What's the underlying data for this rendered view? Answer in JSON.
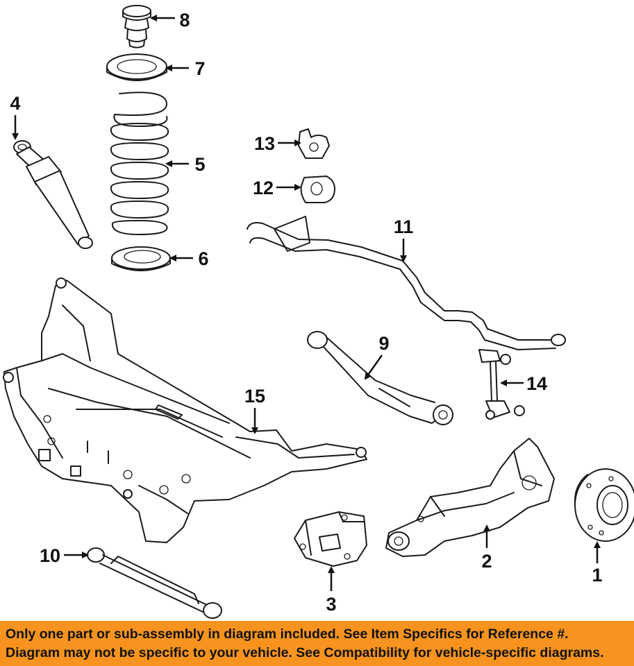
{
  "callouts": {
    "c1": "1",
    "c2": "2",
    "c3": "3",
    "c4": "4",
    "c5": "5",
    "c6": "6",
    "c7": "7",
    "c8": "8",
    "c9": "9",
    "c10": "10",
    "c11": "11",
    "c12": "12",
    "c13": "13",
    "c14": "14",
    "c15": "15"
  },
  "footer": {
    "line1": "Only one part or sub-assembly in diagram included. See Item Specifics for Reference #.",
    "line2": "Diagram may not be specific to your vehicle. See Compatibility for vehicle-specific diagrams."
  },
  "colors": {
    "banner": "#f7931e",
    "linework": "#1a1a1a",
    "background": "#ffffff"
  }
}
